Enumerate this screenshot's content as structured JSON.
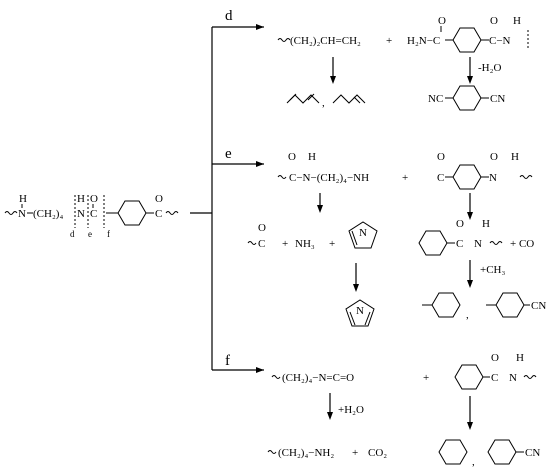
{
  "polymer": {
    "nh": "N",
    "h1": "H",
    "chain": "(CH₂)₄",
    "nh2": "N",
    "h2": "H",
    "c": "C",
    "o1": "O",
    "o2": "O",
    "c2": "C",
    "site_d": "d",
    "site_e": "e",
    "site_f": "f"
  },
  "routes": {
    "d": {
      "label": "d",
      "product1": "(CH₂)₂CH=CH₂",
      "plus": "+",
      "product2_left": "H₂N−C",
      "product2_right": "C−N",
      "product2_o1": "O",
      "product2_o2": "O",
      "product2_h": "H",
      "arrow2_label": "-H₂O",
      "result2_left": "NC",
      "result2_right": "CN",
      "comma": ","
    },
    "e": {
      "label": "e",
      "product1": "C−N−(CH₂)₄−NH",
      "product1_o": "O",
      "product1_h": "H",
      "plus": "+",
      "product2_c": "C",
      "product2_o": "O",
      "product2_n": "N",
      "product2_h": "H",
      "product2_o2": "O",
      "frag_c": "C",
      "frag_o": "O",
      "nh3": "NH₃",
      "plus2": "+",
      "plus3": "+",
      "pyrroline_n": "N",
      "pyrrole_n": "N",
      "right_frag_c": "C",
      "right_frag_o": "O",
      "right_frag_n": "N",
      "right_frag_h": "H",
      "co": "+ CO",
      "ch3": "+CH₃",
      "cn": "CN",
      "comma": ","
    },
    "f": {
      "label": "f",
      "product1": "(CH₂)₄−N=C=O",
      "plus": "+",
      "product2_c": "C",
      "product2_n": "N",
      "product2_o": "O",
      "product2_h": "H",
      "arrow_label": "+H₂O",
      "result1": "(CH₂)₄−NH₂",
      "plus2": "+",
      "co2": "CO₂",
      "cn": "CN",
      "comma": ","
    }
  }
}
